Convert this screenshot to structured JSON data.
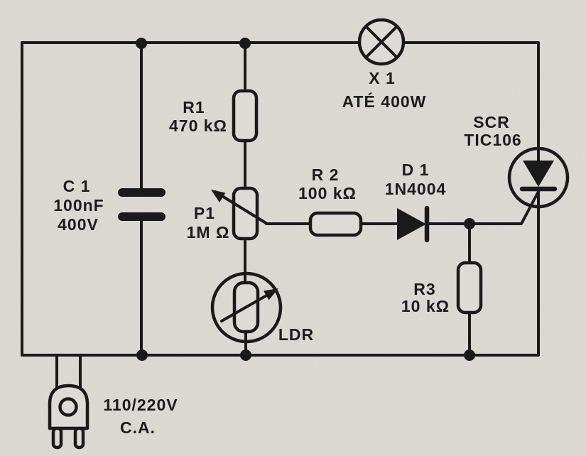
{
  "colors": {
    "paper": "#dcdbd5",
    "ink": "#1a1a1a"
  },
  "schematic": {
    "description": "light-activated switch schematic",
    "components": {
      "c1": {
        "ref": "C 1",
        "value": "100nF",
        "rating": "400V"
      },
      "r1": {
        "ref": "R1",
        "value": "470 kΩ"
      },
      "p1": {
        "ref": "P1",
        "value": "1M Ω"
      },
      "x1": {
        "ref": "X 1",
        "value": "ATÉ 400W"
      },
      "r2": {
        "ref": "R 2",
        "value": "100 kΩ"
      },
      "d1": {
        "ref": "D 1",
        "value": "1N4004"
      },
      "scr": {
        "ref": "SCR",
        "value": "TIC106"
      },
      "r3": {
        "ref": "R3",
        "value": "10 kΩ"
      },
      "ldr": {
        "ref": "LDR"
      },
      "supply": {
        "voltage": "110/220V",
        "current_type": "C.A."
      }
    }
  }
}
